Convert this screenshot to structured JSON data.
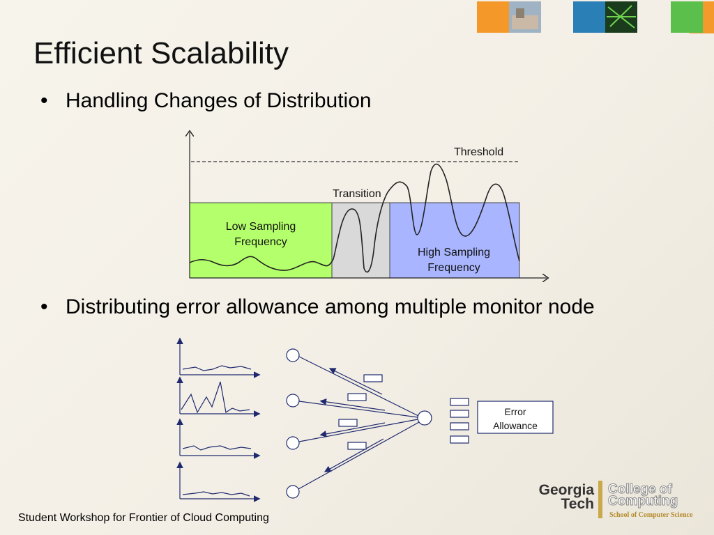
{
  "slide": {
    "title": "Efficient Scalability",
    "bullets": [
      "Handling Changes of Distribution",
      "Distributing error allowance among multiple monitor node"
    ],
    "bullet_symbol": "•",
    "footer": "Student Workshop for Frontier of Cloud Computing"
  },
  "figure1": {
    "threshold_label": "Threshold",
    "transition_label": "Transition",
    "low_label": [
      "Low Sampling",
      "Frequency"
    ],
    "high_label": [
      "High Sampling",
      "Frequency"
    ],
    "colors": {
      "low": "#b4ff6c",
      "transition": "#d9d9d9",
      "high": "#a9b6ff"
    }
  },
  "figure2": {
    "error_label": [
      "Error",
      "Allowance"
    ],
    "line_color": "#1f2a6e"
  },
  "logo": {
    "gt": [
      "Georgia",
      "Tech"
    ],
    "college": [
      "College of",
      "Computing"
    ],
    "school": "School of Computer Science"
  },
  "corner_colors": [
    "#f49a2c",
    "#8aa7c0",
    "#2b7fb4",
    "#3c8a2e",
    "#5cbf4a"
  ]
}
